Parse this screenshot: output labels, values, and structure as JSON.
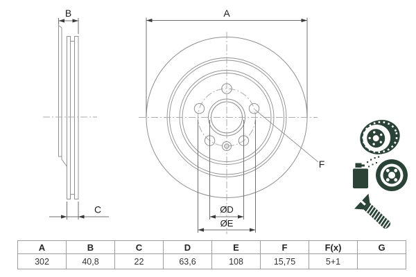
{
  "title": "brake-disc-technical-drawing",
  "drawing": {
    "labels": {
      "a": "A",
      "b": "B",
      "c": "C",
      "d": "ØD",
      "e": "ØE",
      "f": "F"
    }
  },
  "table": {
    "headers": [
      "A",
      "B",
      "C",
      "D",
      "E",
      "F",
      "F(x)",
      "G"
    ],
    "values": [
      "302",
      "40,8",
      "22",
      "63,6",
      "108",
      "15,75",
      "5+1",
      ""
    ]
  },
  "icons": {
    "vented_disc": "vented-brake-disc-icon",
    "coated_disc": "spray-coated-disc-icon",
    "screw": "countersunk-screw-icon"
  },
  "colors": {
    "line": "#8f8f8f",
    "dim": "#6f6f6f",
    "centerline": "#ababab",
    "arrow": "#3a3a3a",
    "text": "#1c1c1c",
    "table_border": "#9e9e9e",
    "icon_green": "#2a4336",
    "background": "#ffffff"
  }
}
